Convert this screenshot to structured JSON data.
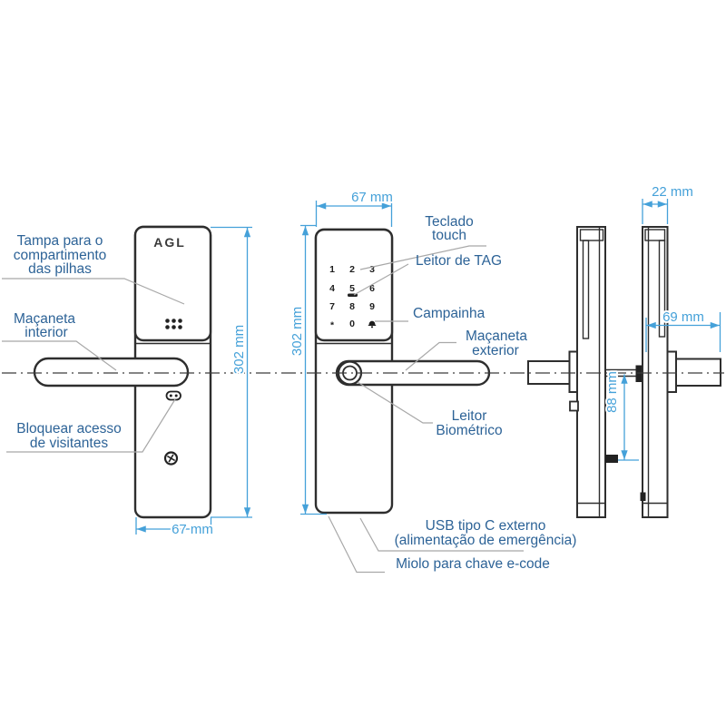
{
  "colors": {
    "callout_blue": "#2d6397",
    "dimension_blue": "#45a1d9",
    "outline_dark": "#2e2e2e",
    "leader_gray": "#a8a8a8"
  },
  "brand_logo": "AGL",
  "keypad": {
    "keys": [
      "1",
      "2",
      "3",
      "4",
      "5",
      "6",
      "7",
      "8",
      "9",
      "*",
      "0"
    ],
    "last_key_icon": "bell"
  },
  "labels": {
    "battery_cover": {
      "l1": "Tampa para o",
      "l2": "compartimento",
      "l3": "das pilhas"
    },
    "interior_handle": {
      "l1": "Maçaneta",
      "l2": "interior"
    },
    "visitor_lock": {
      "l1": "Bloquear acesso",
      "l2": "de visitantes"
    },
    "touch_keypad": {
      "l1": "Teclado",
      "l2": "touch"
    },
    "tag_reader": "Leitor de TAG",
    "doorbell": "Campainha",
    "exterior_handle": {
      "l1": "Maçaneta",
      "l2": "exterior"
    },
    "biometric_reader": {
      "l1": "Leitor",
      "l2": "Biométrico"
    },
    "usb": {
      "l1": "USB tipo C externo",
      "l2": "(alimentação de emergência)"
    },
    "key_cylinder": "Miolo para chave e-code"
  },
  "interior_view": {
    "width": "67 mm",
    "height": "302 mm"
  },
  "exterior_view": {
    "width": "67 mm",
    "height": "302 mm"
  },
  "side_view": {
    "thickness": "22 mm",
    "handle_length": "69 mm",
    "handle_to_cylinder": "88 mm"
  }
}
